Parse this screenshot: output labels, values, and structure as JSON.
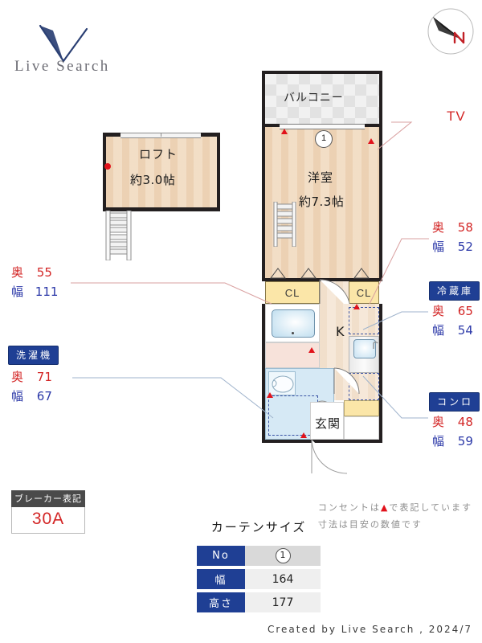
{
  "brand": {
    "name": "Live Search",
    "credit": "Created by Live Search , 2024/7"
  },
  "compass": {
    "north_label": "N"
  },
  "rooms": {
    "loft": {
      "name": "ロフト",
      "size": "約3.0帖"
    },
    "balcony": {
      "name": "バルコニー"
    },
    "western_room": {
      "name": "洋室",
      "size": "約7.3帖"
    },
    "kitchen": {
      "name": "K"
    },
    "entrance": {
      "name": "玄関"
    },
    "closet_left": {
      "name": "CL"
    },
    "closet_right": {
      "name": "CL"
    }
  },
  "markers": {
    "curtain_no": "1"
  },
  "annotations": [
    {
      "id": "tv",
      "label": "TV",
      "type": "plain"
    },
    {
      "id": "closet-left-dim",
      "label": "",
      "depth_key": "奥",
      "depth_value": "55",
      "width_key": "幅",
      "width_value": "111"
    },
    {
      "id": "closet-right-dim",
      "label": "",
      "depth_key": "奥",
      "depth_value": "58",
      "width_key": "幅",
      "width_value": "52"
    },
    {
      "id": "washer",
      "label": "洗濯機",
      "depth_key": "奥",
      "depth_value": "71",
      "width_key": "幅",
      "width_value": "67"
    },
    {
      "id": "fridge",
      "label": "冷蔵庫",
      "depth_key": "奥",
      "depth_value": "65",
      "width_key": "幅",
      "width_value": "54"
    },
    {
      "id": "stove",
      "label": "コンロ",
      "depth_key": "奥",
      "depth_value": "48",
      "width_key": "幅",
      "width_value": "59"
    }
  ],
  "breaker": {
    "title": "ブレーカー表記",
    "value": "30A"
  },
  "curtain": {
    "title": "カーテンサイズ",
    "rows": [
      {
        "header": "No",
        "value": "1"
      },
      {
        "header": "幅",
        "value": "164"
      },
      {
        "header": "高さ",
        "value": "177"
      }
    ]
  },
  "notes": {
    "line1_pre": "コンセントは",
    "line1_tri": "▲",
    "line1_post": "で表記しています",
    "line2": "寸法は目安の数値です"
  },
  "colors": {
    "accent_blue": "#1f3f94",
    "dim_red": "#d32525",
    "dim_blue": "#2b38a8",
    "outlet_red": "#e1121b",
    "wall": "#231f20",
    "floor": "#f5e2cd",
    "closet": "#fbe6a8"
  }
}
